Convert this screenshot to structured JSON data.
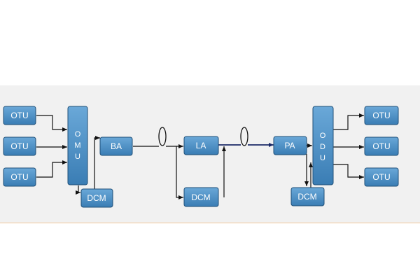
{
  "diagram": {
    "otu_in": [
      "OTU",
      "OTU",
      "OTU"
    ],
    "omu": [
      "O",
      "M",
      "U"
    ],
    "dcm_1": "DCM",
    "ba": "BA",
    "la": "LA",
    "dcm_2": "DCM",
    "pa": "PA",
    "odu": [
      "O",
      "D",
      "U"
    ],
    "dcm_3": "DCM",
    "otu_out": [
      "OTU",
      "OTU",
      "OTU"
    ]
  },
  "colors": {
    "box_fill": "#4a8fc6",
    "box_border": "#1f4f78",
    "panel_bg": "#f1f1f1",
    "link_dark": "#1b2a66"
  }
}
